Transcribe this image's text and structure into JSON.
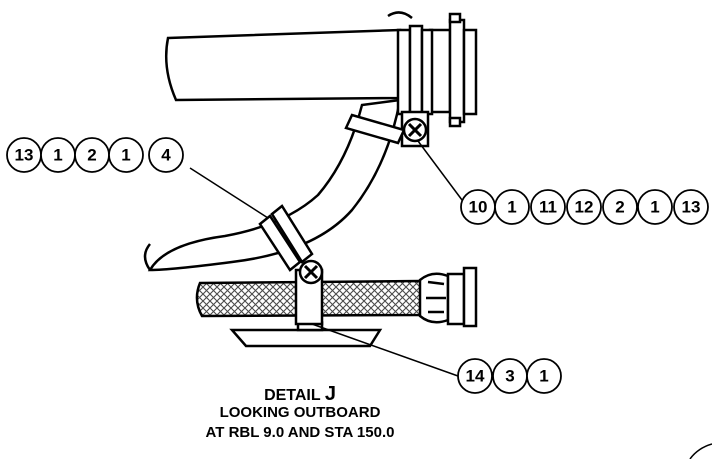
{
  "callouts": {
    "group_upper_left": [
      "13",
      "1",
      "2",
      "1",
      "4"
    ],
    "group_right": [
      "10",
      "1",
      "11",
      "12",
      "2",
      "1",
      "13"
    ],
    "group_lower": [
      "14",
      "3",
      "1"
    ]
  },
  "caption": {
    "detail_prefix": "DETAIL",
    "detail_letter": "J",
    "line2": "LOOKING OUTBOARD",
    "line3": "AT RBL 9.0 AND STA 150.0"
  },
  "colors": {
    "line": "#000000",
    "fill": "#ffffff",
    "hatch": "#555555"
  }
}
